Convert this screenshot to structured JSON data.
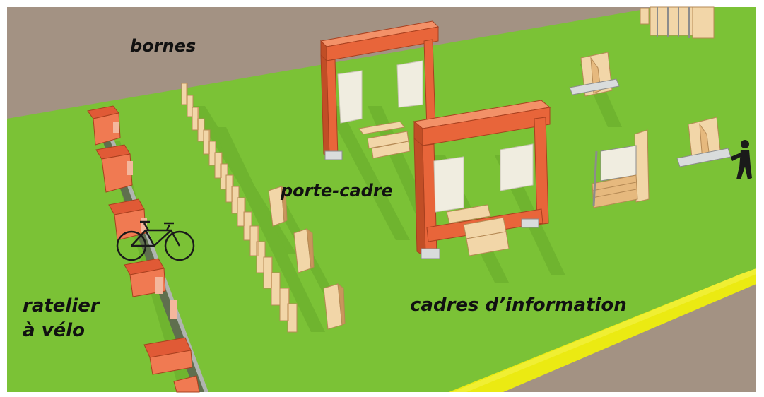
{
  "labels": {
    "bornes": "bornes",
    "porte_cadre": "porte-cadre",
    "cadres_information": "cadres d’information",
    "ratelier_line1": "ratelier",
    "ratelier_line2": "à vélo"
  },
  "colors": {
    "grass": "#7bc236",
    "pavement": "#a69486",
    "yellow_strip": "#ebea12",
    "frame_orange": "#e8653a",
    "frame_light": "#f39168",
    "frame_dark": "#c14e26",
    "panel_white": "#f0ede0",
    "wood_light": "#f2d6a8",
    "wood_mid": "#e6b97e",
    "wood_dark": "#c9955c",
    "rack_red": "#e05a36",
    "label_text": "#111111"
  },
  "icons": [
    "bicycle-icon",
    "pedestrian-figure"
  ]
}
